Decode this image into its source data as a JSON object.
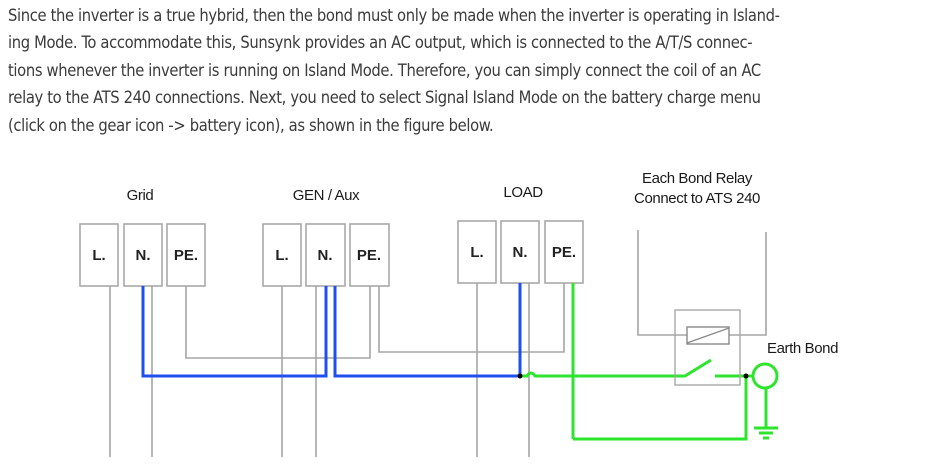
{
  "paragraph": {
    "lines": [
      "Since the inverter is a true hybrid, then the bond must only be made when the inverter is operating in Island-",
      "ing Mode. To accommodate this, Sunsynk provides an AC output, which is connected to the A/T/S connec-",
      "tions whenever the inverter is running on Island Mode. Therefore, you can simply connect the coil of an AC",
      "relay to the ATS 240 connections. Next, you need to select Signal Island Mode on the battery charge menu",
      "(click on the gear icon -> battery icon), as shown in the figure below."
    ]
  },
  "diagram": {
    "groups": [
      {
        "title": "Grid",
        "terminals": [
          "L.",
          "N.",
          "PE."
        ]
      },
      {
        "title": "GEN / Aux",
        "terminals": [
          "L.",
          "N.",
          "PE."
        ]
      },
      {
        "title": "LOAD",
        "terminals": [
          "L.",
          "N.",
          "PE."
        ]
      }
    ],
    "relay_title_line1": "Each Bond Relay",
    "relay_title_line2": "Connect to ATS 240",
    "earth_bond_label": "Earth Bond",
    "colors": {
      "neutral_wire": "#1f4ff0",
      "earth_wire": "#2ee52e",
      "other_wire": "#a5a5a5"
    }
  }
}
